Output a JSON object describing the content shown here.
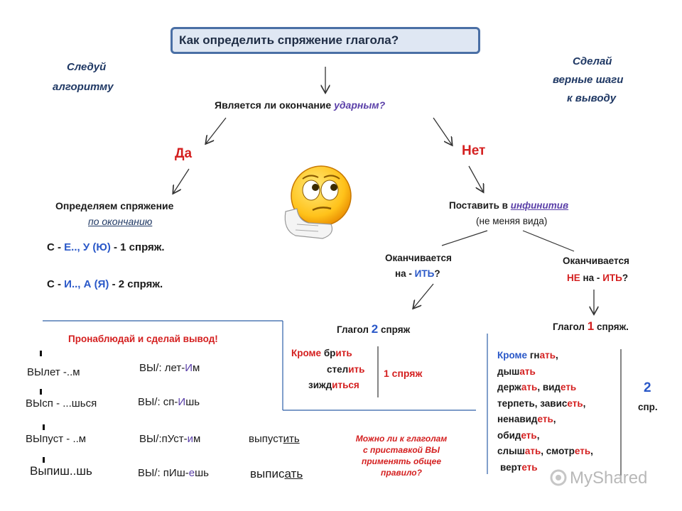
{
  "title": "Как  определить спряжение глагола?",
  "left_note": [
    "Следуй",
    "алгоритму"
  ],
  "right_note": [
    "Сделай",
    "верные  шаги",
    "к выводу"
  ],
  "question": {
    "prefix": "Является ли окончание  ",
    "highlight": "ударным?"
  },
  "yes_label": "Да",
  "no_label": "Нет",
  "yes_branch": {
    "heading": "Определяем  спряжение",
    "subheading": "по окончанию",
    "rule1": {
      "c": "С  - ",
      "e": "Е..,",
      "sp": "  ",
      "u": "У (Ю)",
      "tail": "  -  1 спряж."
    },
    "rule2": {
      "c": "С  - ",
      "i": "И..,",
      "sp": "  ",
      "a": "А (Я)",
      "tail": "  -  2 спряж."
    }
  },
  "no_branch": {
    "heading_prefix": "Поставить  в  ",
    "heading_link": "инфинитив",
    "subheading": "(не меняя вида)",
    "left": {
      "line1": "Оканчивается",
      "line2_prefix": "на - ",
      "line2_highlight": "ИТЬ",
      "line2_suffix": "?"
    },
    "right": {
      "line1": "Оканчивается",
      "line2_ne": "НЕ",
      "line2_mid": "  на - ",
      "line2_highlight": "ИТЬ",
      "line2_suffix": "?"
    },
    "verb2": {
      "prefix": "Глагол  ",
      "num": "2",
      "suffix": " спряж"
    },
    "verb1": {
      "prefix": "Глагол  ",
      "num": "1",
      "suffix": " спряж."
    }
  },
  "exceptions_1": {
    "krome": "Кроме",
    "words": [
      {
        "stem": " бр",
        "end": "ить"
      },
      {
        "stem": "стел",
        "end": "ить"
      },
      {
        "stem": "зижд",
        "end": "иться"
      }
    ],
    "label": "1 спряж"
  },
  "exceptions_2": {
    "krome": "Кроме",
    "lines": [
      [
        {
          "t": "  гн",
          "e": "ать"
        },
        {
          "t": ",",
          "e": ""
        }
      ],
      [
        {
          "t": "дыш",
          "e": "ать"
        }
      ],
      [
        {
          "t": "держ",
          "e": "ать"
        },
        {
          "t": ", вид",
          "e": "еть"
        }
      ],
      [
        {
          "t": "терпеть, завис",
          "e": "еть"
        },
        {
          "t": ",",
          "e": ""
        }
      ],
      [
        {
          "t": "ненавид",
          "e": "еть"
        },
        {
          "t": ",",
          "e": ""
        }
      ],
      [
        {
          "t": "обид",
          "e": "еть"
        },
        {
          "t": ",",
          "e": ""
        }
      ],
      [
        {
          "t": "слыш",
          "e": "ать"
        },
        {
          "t": ", смотр",
          "e": "еть"
        },
        {
          "t": ",",
          "e": ""
        }
      ],
      [
        {
          "t": " верт",
          "e": "еть"
        }
      ]
    ],
    "num": "2",
    "label": "спр."
  },
  "observe": {
    "heading": "Пронаблюдай и сделай вывод!",
    "rows": [
      {
        "left": "ВЫлет -..м",
        "mid_prefix": "ВЫ/: лет-",
        "mid_hl": "И",
        "mid_suffix": "м",
        "right_stem": "",
        "right_end": ""
      },
      {
        "left": "ВЫсп - ...шься",
        "mid_prefix": "ВЫ/: сп-",
        "mid_hl": "И",
        "mid_suffix": "шь",
        "right_stem": "",
        "right_end": ""
      },
      {
        "left": "ВЫпуст - ..м",
        "mid_prefix": "ВЫ/:пУст-",
        "mid_hl": "и",
        "mid_suffix": "м",
        "right_stem": "выпуст",
        "right_end": "ить"
      },
      {
        "left": "Выпиш..шь",
        "mid_prefix": "ВЫ/: пИш-",
        "mid_hl": "е",
        "mid_suffix": "шь",
        "right_stem": "выпис",
        "right_end": "ать"
      }
    ]
  },
  "question2": [
    "Можно ли к глаголам",
    "с  приставкой ВЫ",
    "применять общее",
    "правило?"
  ],
  "watermark": "MyShared",
  "colors": {
    "title_border": "#4a6fa5",
    "title_fill": "#dfe7f3",
    "red": "#d42020",
    "blue": "#2a58c8",
    "navy": "#1f3864",
    "purple": "#5a3fa8"
  }
}
